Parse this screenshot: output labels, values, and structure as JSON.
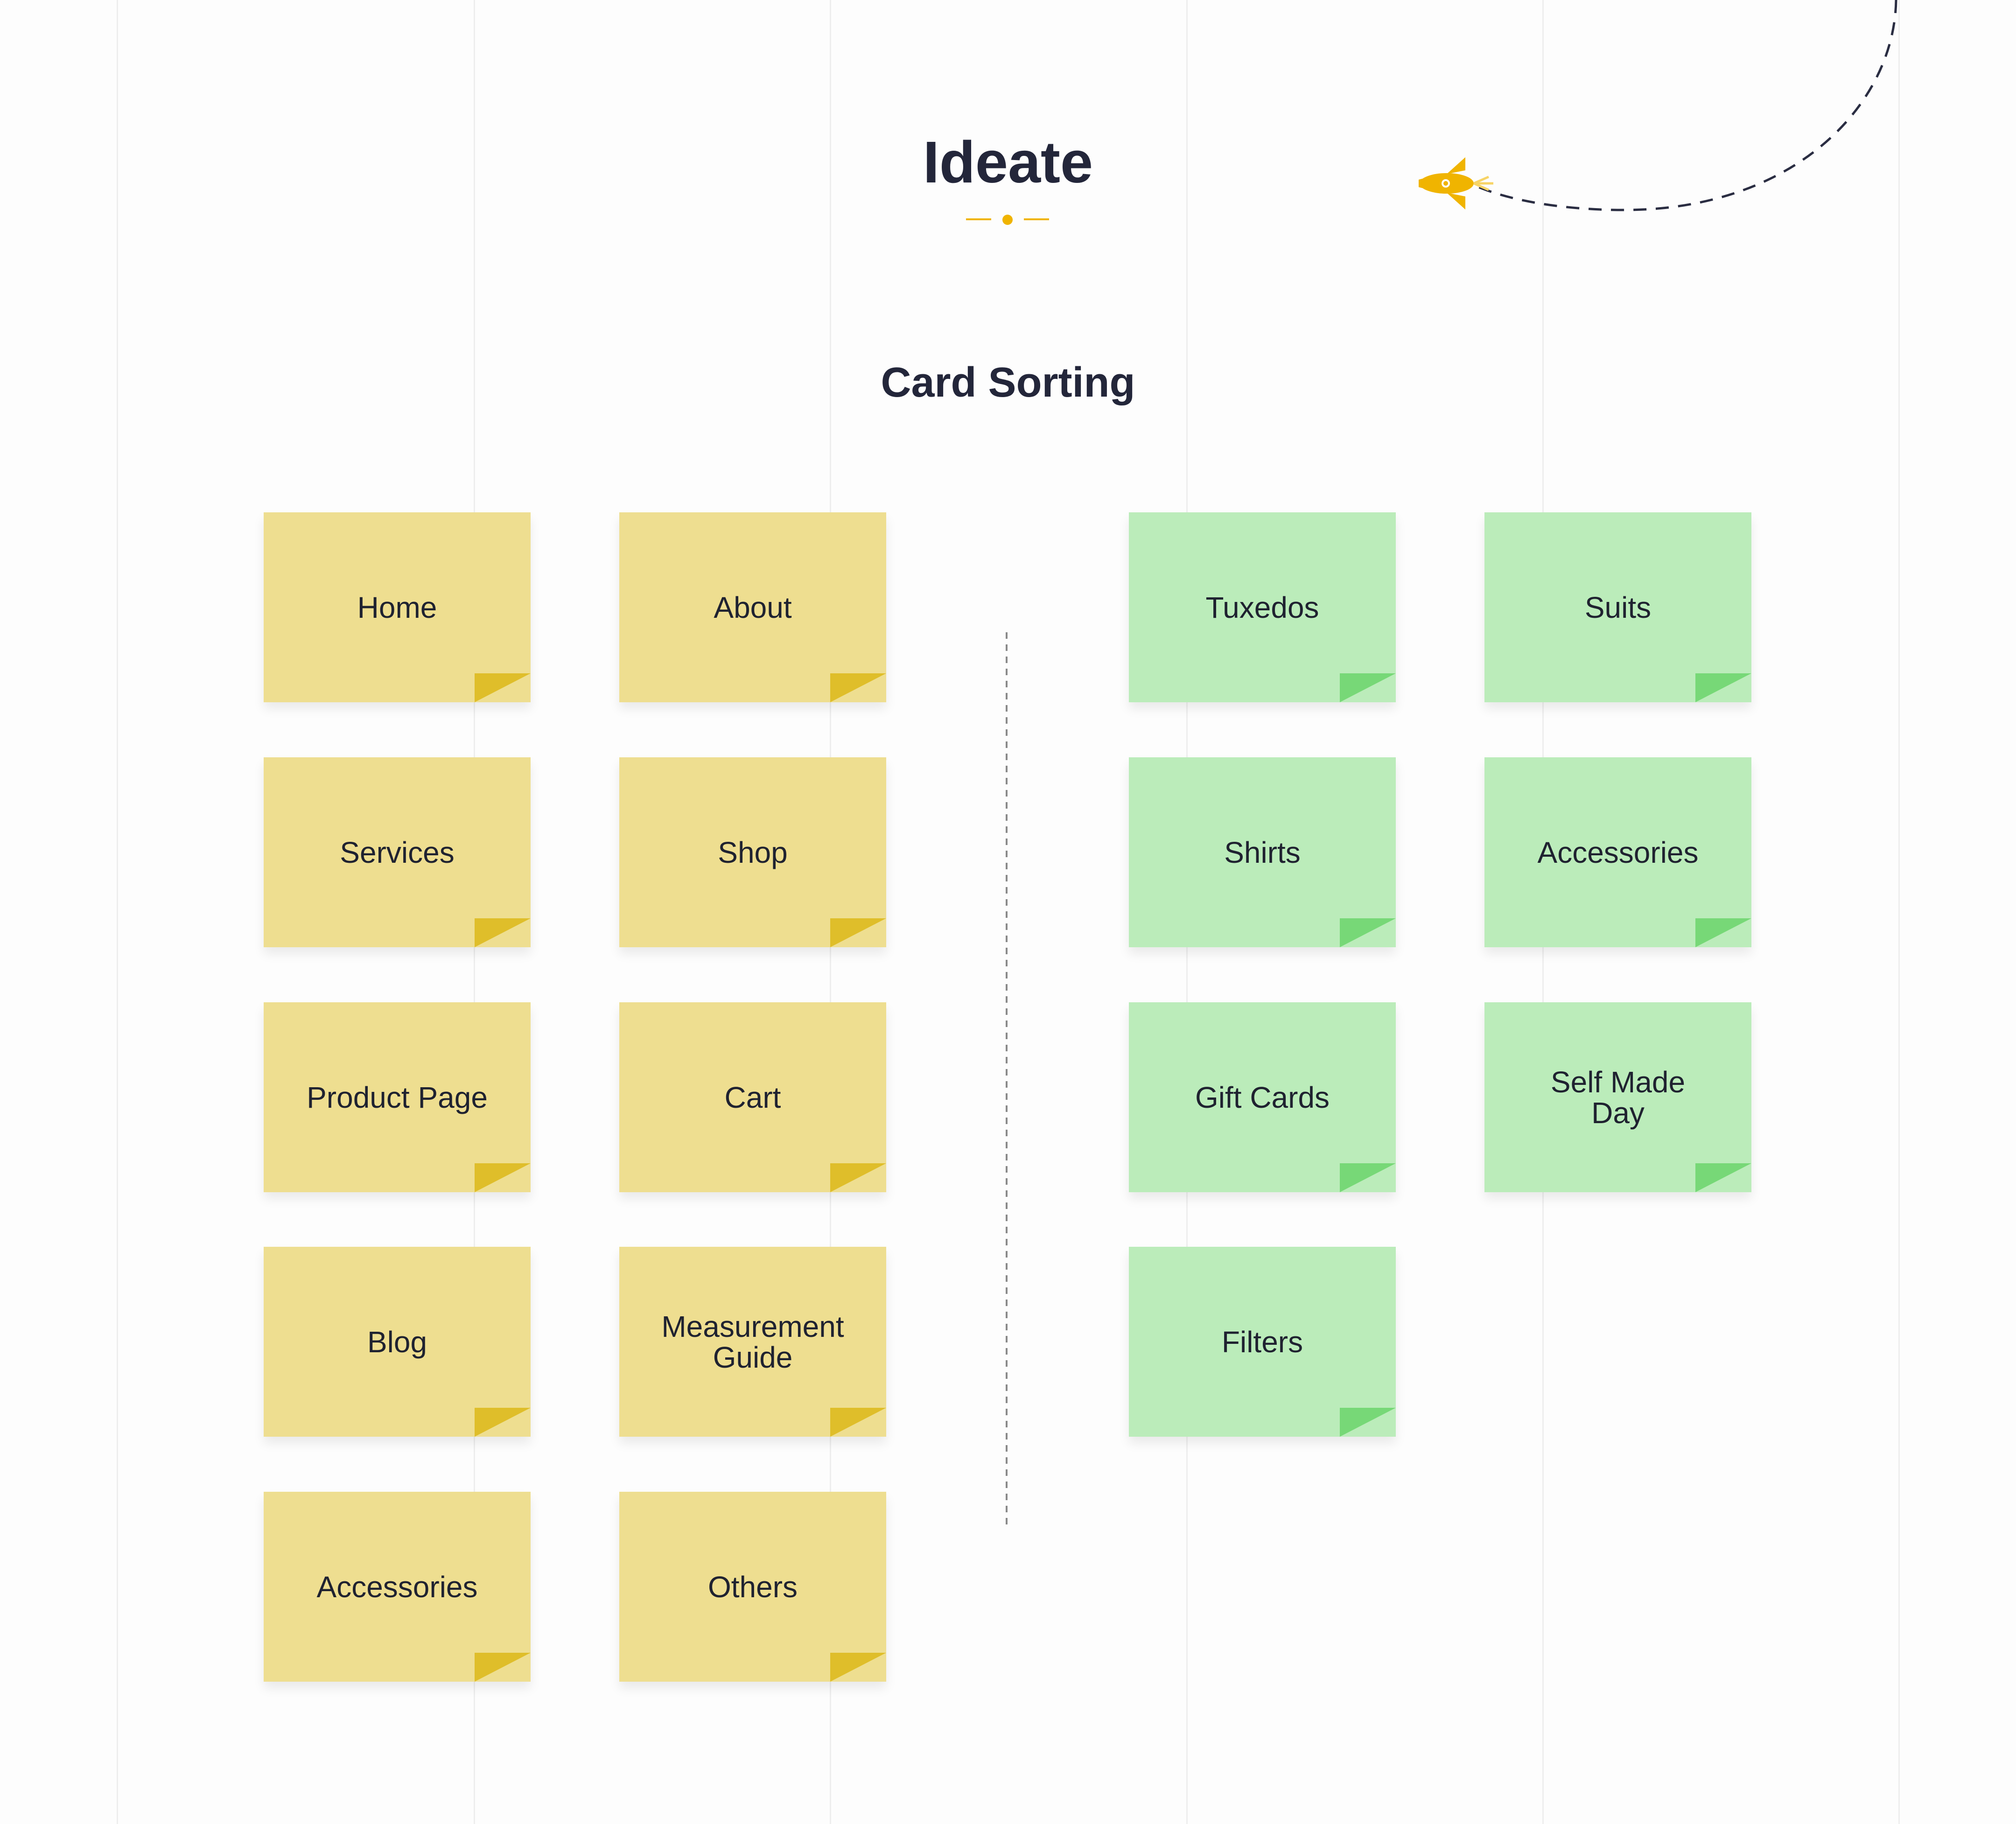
{
  "header": {
    "title": "Ideate",
    "subtitle": "Card Sorting"
  },
  "colors": {
    "accent": "#f0b400",
    "yellow_note": "#eede90",
    "yellow_fold": "#dfbe2a",
    "green_note": "#bbecba",
    "green_fold": "#77d877",
    "text": "#23263a"
  },
  "icons": {
    "rocket": "rocket-icon"
  },
  "groups": {
    "left": {
      "color": "yellow",
      "cards": [
        "Home",
        "About",
        "Services",
        "Shop",
        "Product Page",
        "Cart",
        "Blog",
        "Measurement Guide",
        "Accessories",
        "Others"
      ]
    },
    "right": {
      "color": "green",
      "cards": [
        "Tuxedos",
        "Suits",
        "Shirts",
        "Accessories",
        "Gift Cards",
        "Self Made Day",
        "Filters"
      ]
    }
  }
}
